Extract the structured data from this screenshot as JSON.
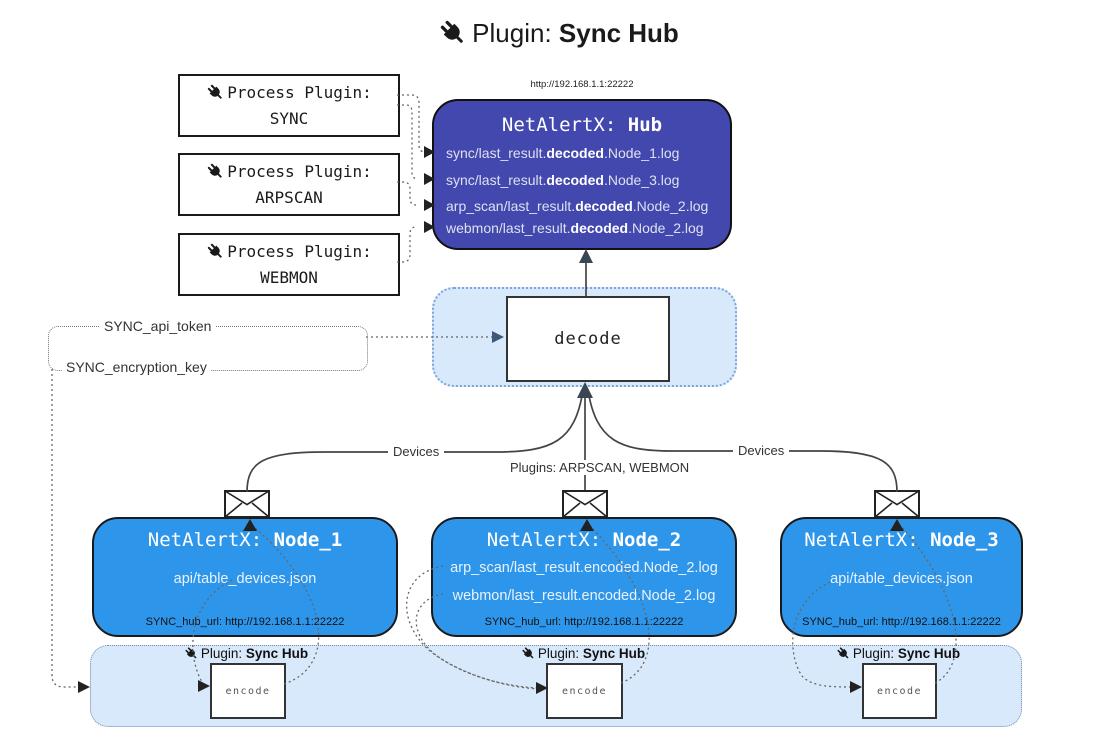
{
  "title": {
    "prefix": "Plugin:",
    "name": "Sync Hub"
  },
  "process_plugins": [
    {
      "label": "Process Plugin:",
      "name": "SYNC"
    },
    {
      "label": "Process Plugin:",
      "name": "ARPSCAN"
    },
    {
      "label": "Process Plugin:",
      "name": "WEBMON"
    }
  ],
  "hub": {
    "url": "http://192.168.1.1:22222",
    "title_prefix": "NetAlertX: ",
    "title_name": "Hub",
    "rows": [
      {
        "pre": "sync/last_result.",
        "bold": "decoded",
        "post": ".Node_1.log"
      },
      {
        "pre": "sync/last_result.",
        "bold": "decoded",
        "post": ".Node_3.log"
      },
      {
        "pre": "arp_scan/last_result.",
        "bold": "decoded",
        "post": ".Node_2.log"
      },
      {
        "pre": "webmon/last_result.",
        "bold": "decoded",
        "post": ".Node_2.log"
      }
    ]
  },
  "decode": {
    "label": "decode"
  },
  "config": {
    "api_token": "SYNC_api_token",
    "encryption_key": "SYNC_encryption_key"
  },
  "edges": {
    "left_label": "Devices",
    "middle_label": "Plugins: ARPSCAN, WEBMON",
    "right_label": "Devices"
  },
  "nodes": [
    {
      "title_prefix": "NetAlertX: ",
      "title_name": "Node_1",
      "files": [
        "api/table_devices.json"
      ],
      "hub_url": "SYNC_hub_url: http://192.168.1.1:22222"
    },
    {
      "title_prefix": "NetAlertX: ",
      "title_name": "Node_2",
      "files": [
        "arp_scan/last_result.encoded.Node_2.log",
        "webmon/last_result.encoded.Node_2.log"
      ],
      "hub_url": "SYNC_hub_url: http://192.168.1.1:22222"
    },
    {
      "title_prefix": "NetAlertX: ",
      "title_name": "Node_3",
      "files": [
        "api/table_devices.json"
      ],
      "hub_url": "SYNC_hub_url: http://192.168.1.1:22222"
    }
  ],
  "encode_band": {
    "plugin_label_prefix": "Plugin: ",
    "plugin_label_name": "Sync Hub",
    "encode_label": "encode"
  },
  "icons": {
    "plug": "plug-icon",
    "envelope": "envelope-icon"
  },
  "colors": {
    "hub_fill": "#4348ae",
    "node_fill": "#2e96ea",
    "panel_fill": "#d8e9fb",
    "panel_border": "#7aa7d9",
    "line": "#444444",
    "arrow_dark": "#3a4654"
  }
}
